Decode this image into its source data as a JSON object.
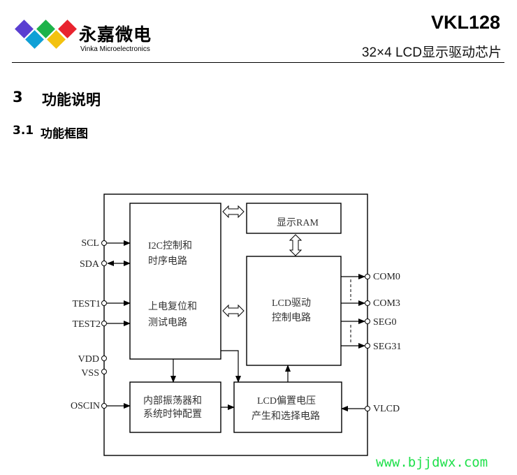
{
  "header": {
    "logo": {
      "company_cn": "永嘉微电",
      "company_en": "Vinka Microelectronics",
      "diamond_colors": [
        "#5a3fd1",
        "#1db34a",
        "#e8232e",
        "#0fa0d6",
        "#f3c20f"
      ]
    },
    "part_number": "VKL128",
    "subtitle": "32×4 LCD显示驱动芯片"
  },
  "sections": {
    "section_number": "3",
    "section_title": "功能说明",
    "subsection_number": "3.1",
    "subsection_title": "功能框图"
  },
  "diagram": {
    "blocks": {
      "i2c_line1": "I2C控制和",
      "i2c_line2": "时序电路",
      "reset_line1": "上电复位和",
      "reset_line2": "测试电路",
      "ram": "显示RAM",
      "lcd_driver_line1": "LCD驱动",
      "lcd_driver_line2": "控制电路",
      "osc_line1": "内部振荡器和",
      "osc_line2": "系统时钟配置",
      "bias_line1": "LCD偏置电压",
      "bias_line2": "产生和选择电路"
    },
    "left_pins": [
      "SCL",
      "SDA",
      "TEST1",
      "TEST2",
      "VDD",
      "VSS",
      "OSCIN"
    ],
    "right_pins": [
      "COM0",
      "COM3",
      "SEG0",
      "SEG31",
      "VLCD"
    ]
  },
  "watermark": "www.bjjdwx.com"
}
